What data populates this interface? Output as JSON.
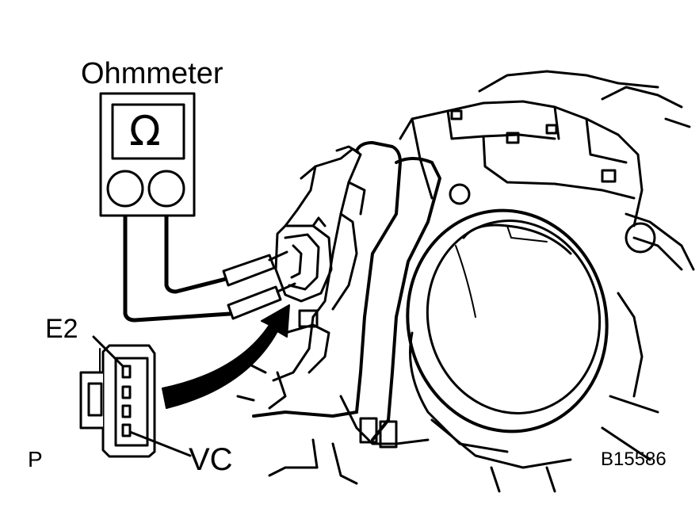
{
  "labels": {
    "meter_name": "Ohmmeter",
    "meter_symbol": "Ω",
    "terminal_top": "E2",
    "terminal_bottom": "VC",
    "corner_mark": "P",
    "figure_code": "B15586"
  },
  "colors": {
    "ink": "#000000",
    "paper": "#ffffff"
  }
}
